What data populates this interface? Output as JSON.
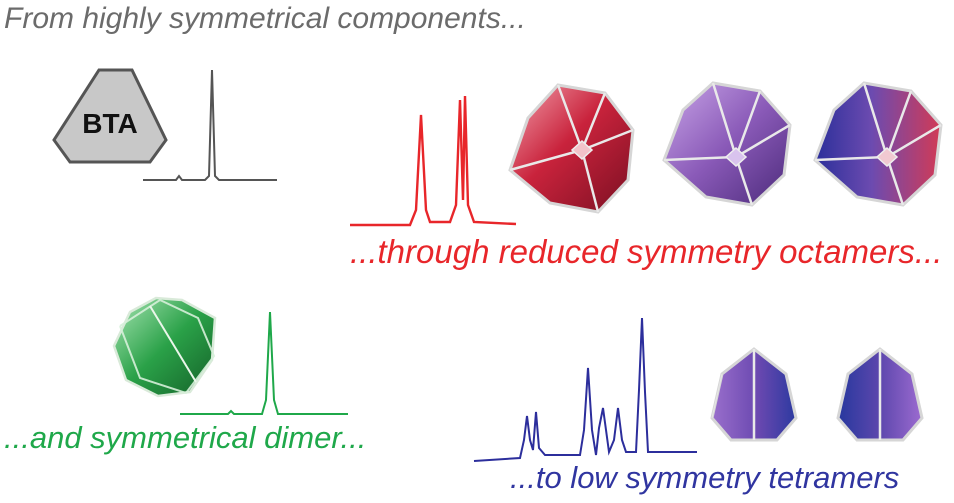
{
  "captions": {
    "top": "From highly symmetrical components...",
    "octamers": "...through reduced symmetry octamers...",
    "dimer": "...and symmetrical dimer...",
    "tetramers": "...to low symmetry tetramers"
  },
  "bta_label": "BTA",
  "colors": {
    "gray": "#555555",
    "red": "#e8262a",
    "green": "#1fa84a",
    "blue": "#2c2e9c",
    "purple": "#8a5ab8"
  }
}
